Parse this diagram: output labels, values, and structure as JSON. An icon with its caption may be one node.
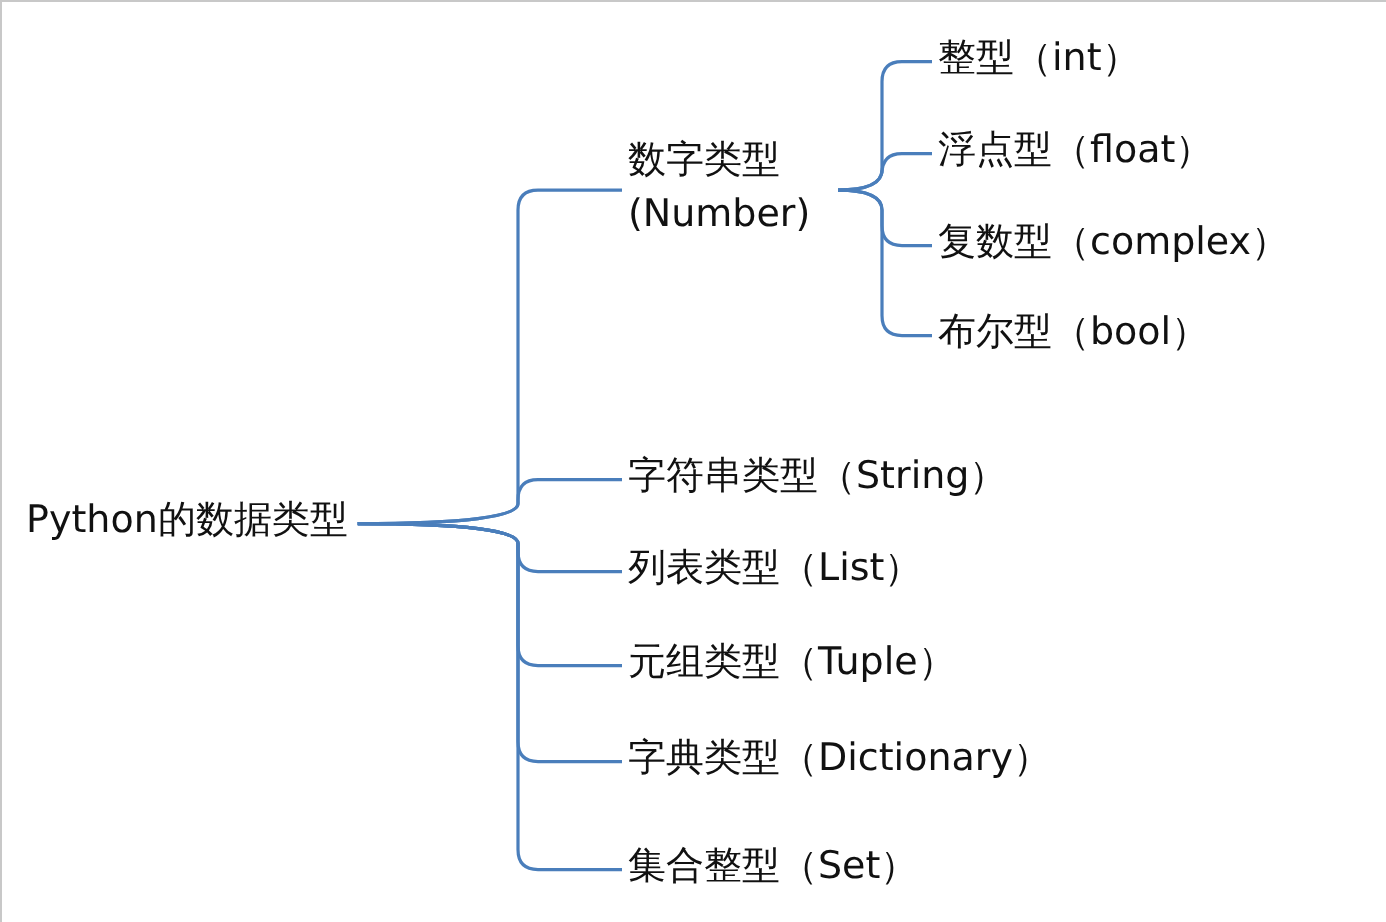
{
  "diagram": {
    "nodes": [
      {
        "text": [
          "Python的数据类型"
        ]
      },
      {
        "text": [
          "数字类型 (Number)"
        ]
      },
      {
        "text": [
          "整型（int）"
        ]
      },
      {
        "text": [
          "浮点型（float）"
        ]
      },
      {
        "text": [
          "复数型（complex）"
        ]
      },
      {
        "text": [
          "布尔型（bool）"
        ]
      },
      {
        "text": [
          "字符串类型（String）"
        ]
      },
      {
        "text": [
          "列表类型（List）"
        ]
      },
      {
        "text": [
          "元组类型（Tuple）"
        ]
      },
      {
        "text": [
          "字典类型（Dictionary）"
        ]
      },
      {
        "text": [
          "集合整型（Set）"
        ]
      }
    ],
    "edges": [
      {
        "from": 0,
        "to": 1,
        "arrow": "none"
      },
      {
        "from": 1,
        "to": 2,
        "arrow": "none"
      },
      {
        "from": 1,
        "to": 3,
        "arrow": "none"
      },
      {
        "from": 1,
        "to": 4,
        "arrow": "none"
      },
      {
        "from": 1,
        "to": 5,
        "arrow": "none"
      },
      {
        "from": 0,
        "to": 6,
        "arrow": "none"
      },
      {
        "from": 0,
        "to": 7,
        "arrow": "none"
      },
      {
        "from": 0,
        "to": 8,
        "arrow": "none"
      },
      {
        "from": 0,
        "to": 9,
        "arrow": "none"
      },
      {
        "from": 0,
        "to": 10,
        "arrow": "none"
      }
    ]
  }
}
